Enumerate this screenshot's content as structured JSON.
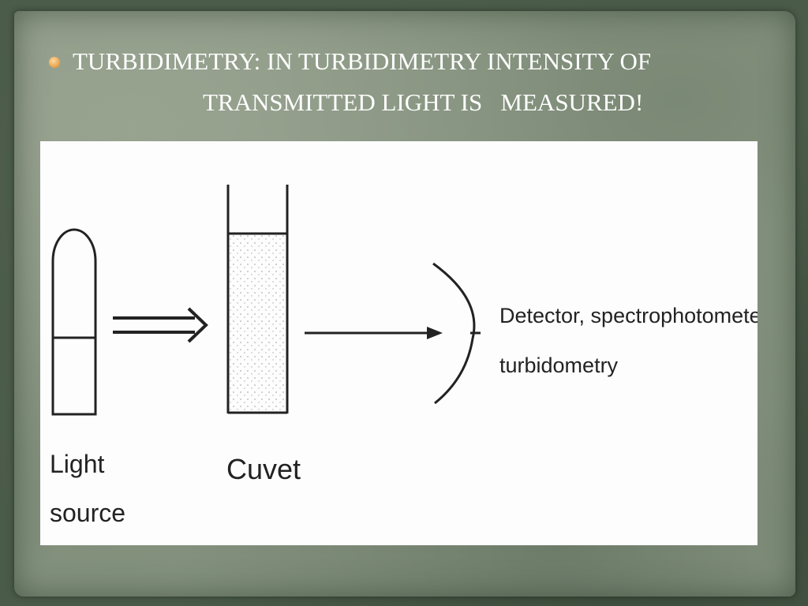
{
  "slide": {
    "title_line1": "TURBIDIMETRY: IN TURBIDIMETRY INTENSITY OF",
    "title_line2": "TRANSMITTED LIGHT IS   MEASURED!",
    "bullet_color": "#e8a048",
    "background_color": "#4b5b49",
    "paper_color": "#8c9986"
  },
  "diagram": {
    "light_source_label_line1": "Light",
    "light_source_label_line2": "source",
    "cuvet_label": "Cuvet",
    "detector_label_line1": "Detector, spectrophotometer",
    "detector_label_line2": "turbidometry"
  }
}
